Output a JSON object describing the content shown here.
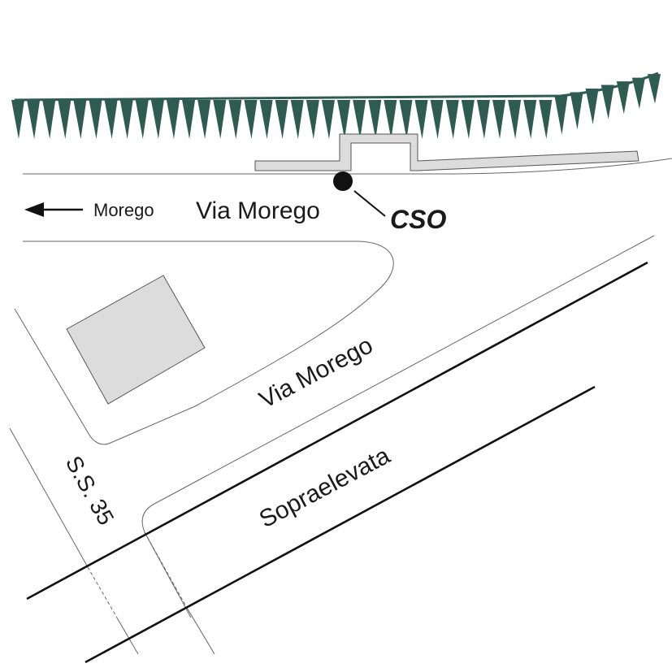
{
  "labels": {
    "direction": "Morego",
    "road_top": "Via Morego",
    "road_diagonal": "Via Morego",
    "ss35": "S.S. 35",
    "elevated": "Sopraelevata",
    "station": "CSO"
  },
  "colors": {
    "escarpment": "#2e5b52",
    "building": "#dcdcdc",
    "building_stroke": "#555555",
    "road_line": "#444444",
    "heavy_line": "#111111"
  },
  "icons": {
    "direction_arrow": "arrow-left-icon",
    "station_marker": "filled-circle-icon"
  }
}
